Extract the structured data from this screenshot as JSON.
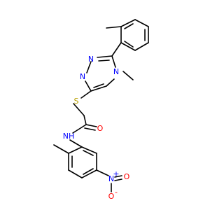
{
  "colors": {
    "carbon": "#000000",
    "nitrogen": "#0000ff",
    "oxygen": "#ff0000",
    "sulfur": "#b8a000",
    "background": "#ffffff"
  },
  "atoms": {
    "n_triazole_1": "N",
    "n_triazole_2": "N",
    "n_triazole_methyl": "N",
    "sulfur": "S",
    "amide_nh": "NH",
    "amide_o": "O",
    "nitro_n": "N",
    "nitro_charge_plus": "+",
    "nitro_o1": "O",
    "nitro_o2": "O",
    "nitro_charge_minus": "-"
  }
}
